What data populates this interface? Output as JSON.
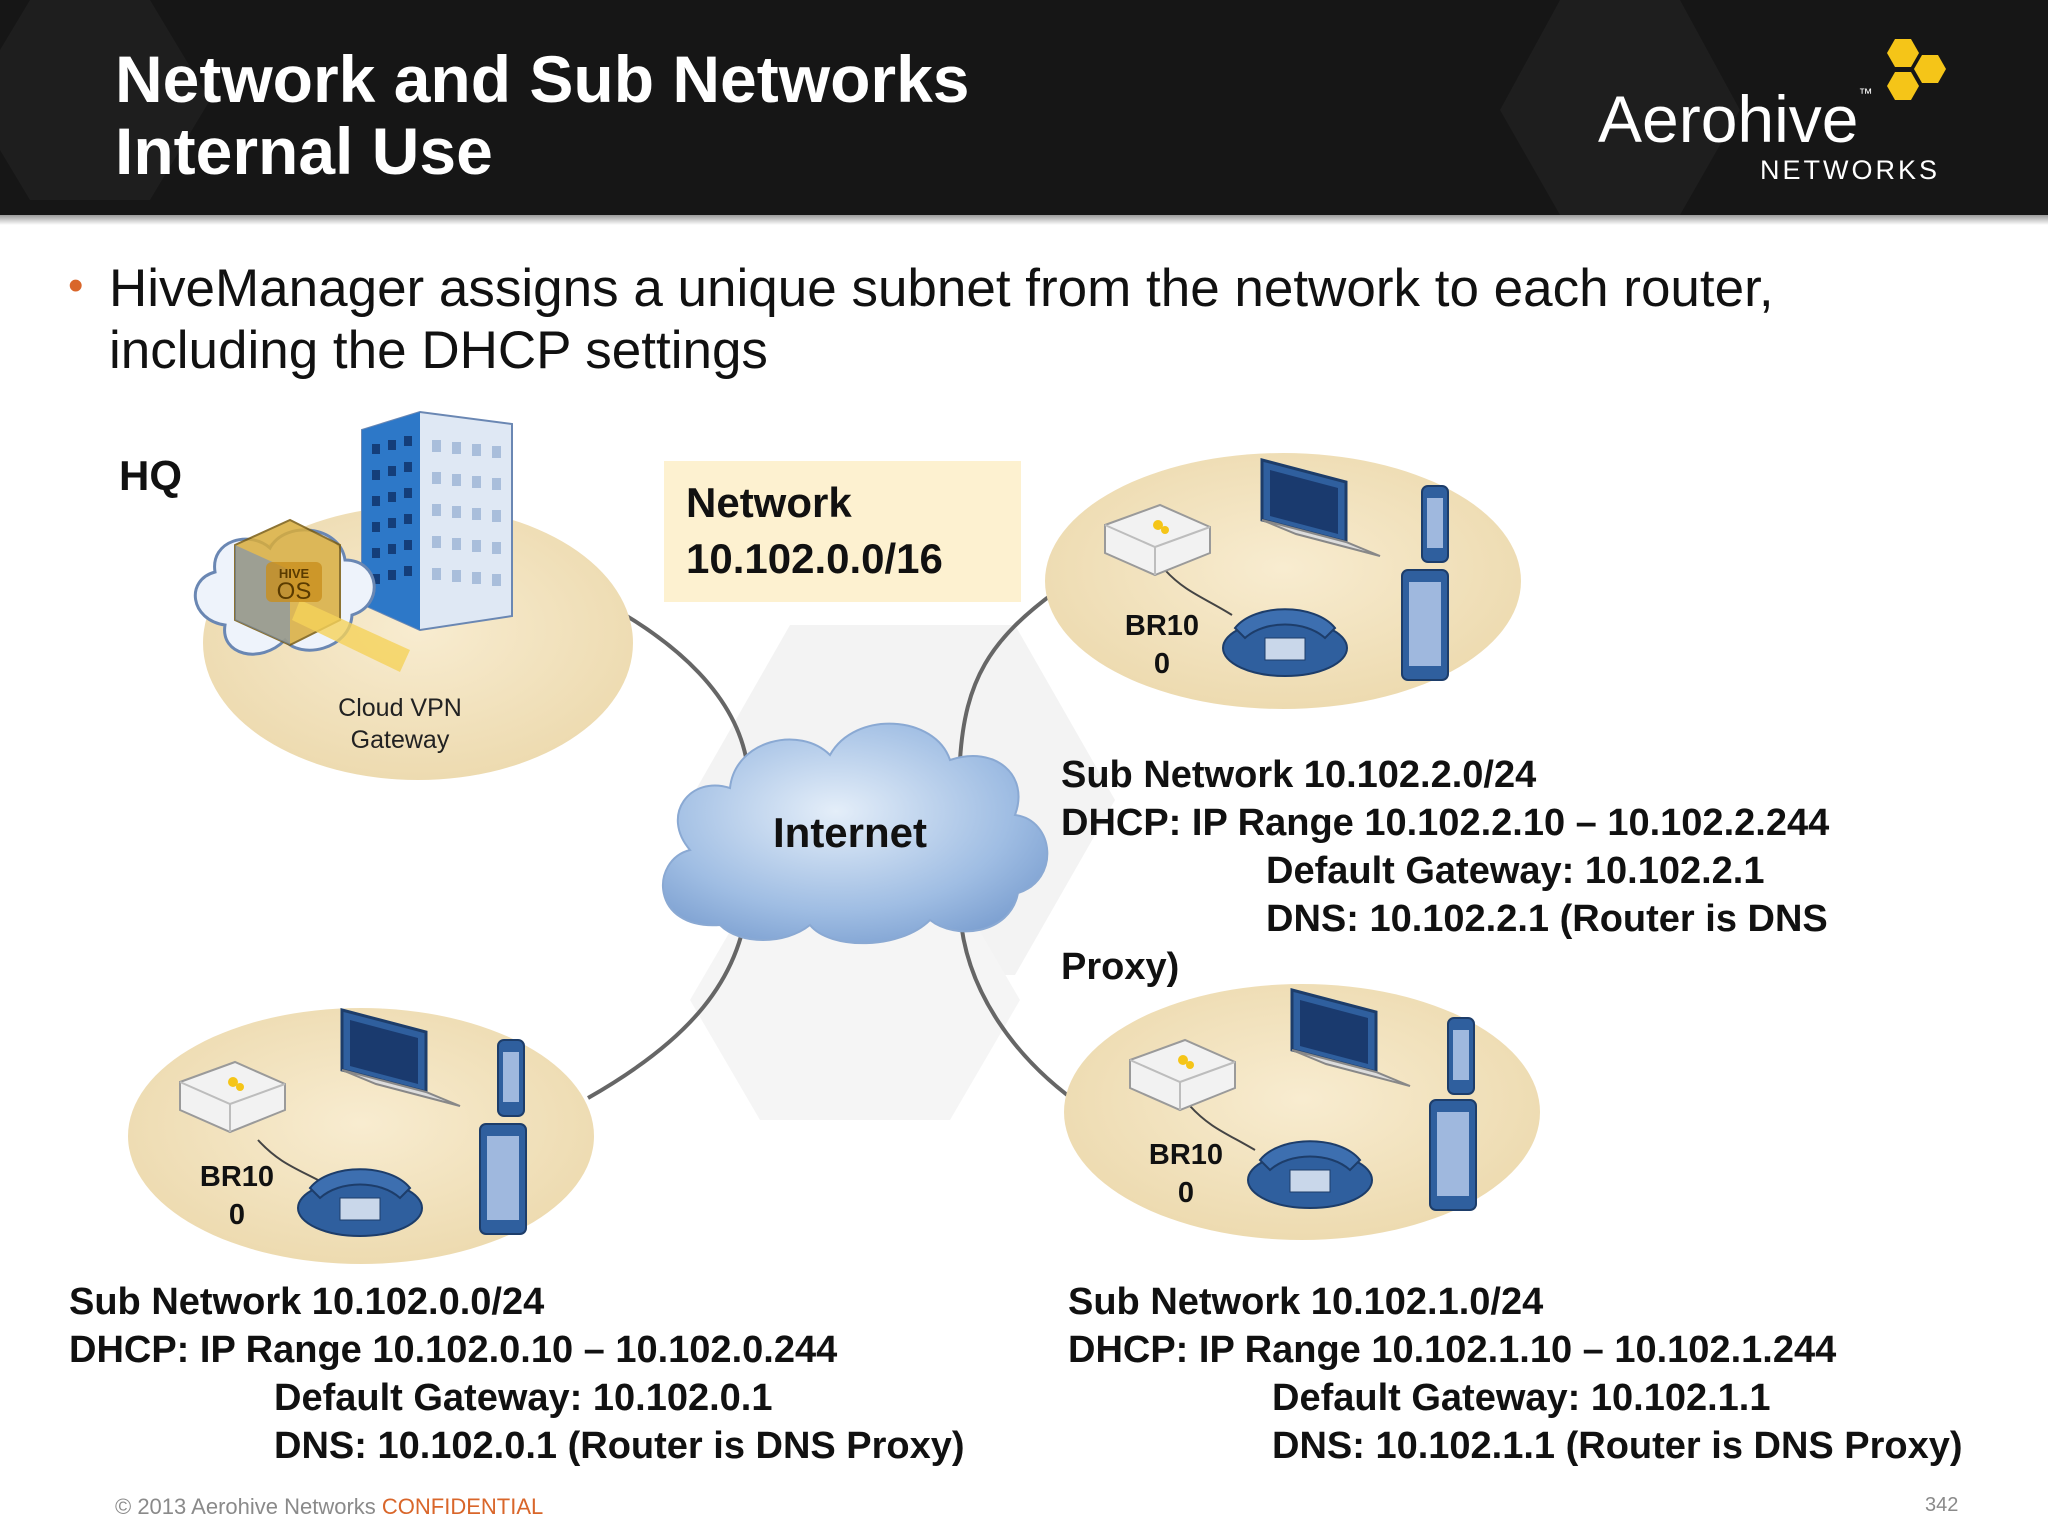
{
  "header": {
    "title_line1": "Network and Sub Networks",
    "title_line2": "Internal Use",
    "logo_name": "Aerohive",
    "logo_tm": "™",
    "logo_sub": "NETWORKS"
  },
  "bullet": {
    "line1": "HiveManager assigns a unique subnet from the network to each router,",
    "line2": "including the DHCP settings"
  },
  "diagram": {
    "hq_label": "HQ",
    "hiveos_badge_top": "HIVE",
    "hiveos_badge_bottom": "OS",
    "cloud_vpn_line1": "Cloud VPN",
    "cloud_vpn_line2": "Gateway",
    "network_label_line1": "Network",
    "network_label_line2": "10.102.0.0/16",
    "internet_label": "Internet",
    "router_label_line1": "BR10",
    "router_label_line2": "0",
    "subnet_top_right": {
      "line1": "Sub Network 10.102.2.0/24",
      "line2": "DHCP: IP Range 10.102.2.10 – 10.102.2.244",
      "line3": "Default Gateway: 10.102.2.1",
      "line4": "DNS: 10.102.2.1 (Router is DNS",
      "line5": "Proxy)"
    },
    "subnet_bottom_left": {
      "line1": "Sub Network 10.102.0.0/24",
      "line2": "DHCP: IP Range 10.102.0.10 – 10.102.0.244",
      "line3": "Default Gateway: 10.102.0.1",
      "line4": "DNS: 10.102.0.1 (Router is DNS Proxy)"
    },
    "subnet_bottom_right": {
      "line1": "Sub Network 10.102.1.0/24",
      "line2": "DHCP: IP Range 10.102.1.10 – 10.102.1.244",
      "line3": "Default Gateway: 10.102.1.1",
      "line4": "DNS: 10.102.1.1 (Router is DNS Proxy)"
    }
  },
  "footer": {
    "copyright": "© 2013 Aerohive Networks ",
    "confidential": "CONFIDENTIAL",
    "page_number": "342"
  },
  "colors": {
    "header_bg": "#161616",
    "accent_orange": "#d9662a",
    "logo_yellow": "#f5c518",
    "site_ellipse": "#f3e4bf",
    "network_box": "#fdf1d0",
    "device_blue": "#2f5f9e"
  }
}
